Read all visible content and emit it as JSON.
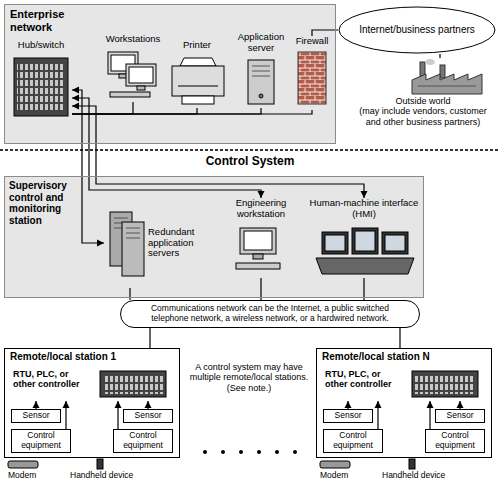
{
  "diagram": {
    "nodes": [
      {
        "text": [
          "Enterprise network"
        ]
      },
      {
        "text": [
          "Hub/switch"
        ],
        "in": 0
      },
      {
        "text": [
          "Workstations"
        ],
        "in": 0
      },
      {
        "text": [
          "Printer"
        ],
        "in": 0
      },
      {
        "text": [
          "Application server"
        ],
        "in": 0
      },
      {
        "text": [
          "Firewall"
        ],
        "in": 0
      },
      {
        "text": [
          "Internet/business partners"
        ]
      },
      {
        "text": [
          "Outside world",
          "(may include vendors, customer and other business partners)"
        ]
      },
      {
        "text": [
          "Supervisory control and monitoring station"
        ]
      },
      {
        "text": [
          "Redundant application servers"
        ],
        "in": 8
      },
      {
        "text": [
          "Engineering workstation"
        ],
        "in": 8
      },
      {
        "text": [
          "Human-machine interface (HMI)"
        ],
        "in": 8
      },
      {
        "text": [
          "Communications network can be the Internet, a public switched telephone network, a wireless network, or a hardwired network."
        ]
      },
      {
        "text": [
          "Remote/local station 1"
        ]
      },
      {
        "text": [
          "RTU, PLC, or other controller"
        ],
        "in": 13
      },
      {
        "text": [
          "Sensor"
        ],
        "in": 13
      },
      {
        "text": [
          "Sensor"
        ],
        "in": 13
      },
      {
        "text": [
          "Control equipment"
        ],
        "in": 13
      },
      {
        "text": [
          "Control equipment"
        ],
        "in": 13
      },
      {
        "text": [
          "Remote/local station N"
        ]
      },
      {
        "text": [
          "RTU, PLC, or other controller"
        ],
        "in": 19
      },
      {
        "text": [
          "Sensor"
        ],
        "in": 19
      },
      {
        "text": [
          "Sensor"
        ],
        "in": 19
      },
      {
        "text": [
          "Control equipment"
        ],
        "in": 19
      },
      {
        "text": [
          "Control equipment"
        ],
        "in": 19
      }
    ],
    "edges": [
      {
        "from": 1,
        "to": 2,
        "arrow": "none"
      },
      {
        "from": 1,
        "to": 3,
        "arrow": "none"
      },
      {
        "from": 1,
        "to": 4,
        "arrow": "none"
      },
      {
        "from": 1,
        "to": 5,
        "arrow": "none"
      },
      {
        "from": 5,
        "to": 6,
        "arrow": "none"
      },
      {
        "from": 6,
        "to": 7,
        "arrow": "none"
      },
      {
        "from": 1,
        "to": 9,
        "arrow": "both"
      },
      {
        "from": 1,
        "to": 10,
        "arrow": "both"
      },
      {
        "from": 1,
        "to": 11,
        "arrow": "both"
      },
      {
        "from": 9,
        "to": 12,
        "arrow": "none"
      },
      {
        "from": 10,
        "to": 12,
        "arrow": "none"
      },
      {
        "from": 11,
        "to": 12,
        "arrow": "none"
      },
      {
        "from": 12,
        "to": 13,
        "arrow": "none"
      },
      {
        "from": 12,
        "to": 19,
        "arrow": "none"
      },
      {
        "from": 15,
        "to": 14,
        "arrow": "to"
      },
      {
        "from": 16,
        "to": 14,
        "arrow": "to"
      },
      {
        "from": 17,
        "to": 14,
        "arrow": "to"
      },
      {
        "from": 18,
        "to": 14,
        "arrow": "to"
      },
      {
        "from": 21,
        "to": 20,
        "arrow": "to"
      },
      {
        "from": 22,
        "to": 20,
        "arrow": "to"
      },
      {
        "from": 23,
        "to": 20,
        "arrow": "to"
      },
      {
        "from": 24,
        "to": 20,
        "arrow": "to"
      }
    ],
    "labels": [
      "Control System",
      "A control system may have multiple remote/local stations. (See note.)",
      "Modem",
      "Handheld device",
      "Modem",
      "Handheld device"
    ]
  }
}
